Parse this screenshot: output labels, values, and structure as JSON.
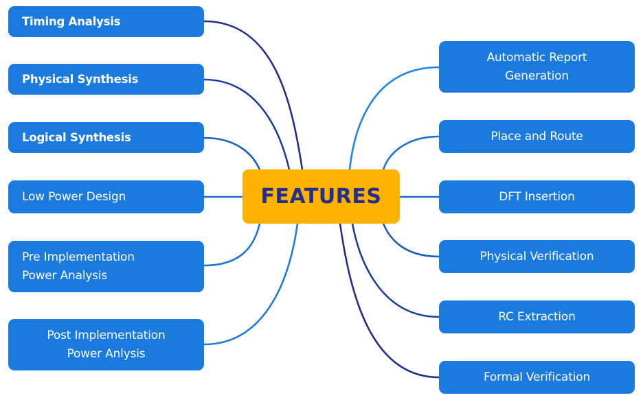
{
  "hub": {
    "label": "FEATURES",
    "color": "#fdb100",
    "text_color": "#232f8a"
  },
  "node_color": "#1b7ade",
  "left_items": [
    {
      "label": "Timing Analysis",
      "connector_color": "#232f8a"
    },
    {
      "label": "Physical Synthesis",
      "connector_color": "#1e3f99"
    },
    {
      "label": "Logical Synthesis",
      "connector_color": "#1d5cb8"
    },
    {
      "label": "Low Power Design",
      "connector_color": "#1b6cc9"
    },
    {
      "label": "Pre Implementation\nPower Analysis",
      "connector_color": "#1b74d4"
    },
    {
      "label": "Post Implementation\nPower Anlysis",
      "connector_color": "#1b7ade"
    }
  ],
  "right_items": [
    {
      "label": "Automatic Report\nGeneration",
      "connector_color": "#1f86e6"
    },
    {
      "label": "Place and Route",
      "connector_color": "#1b74d4"
    },
    {
      "label": "DFT Insertion",
      "connector_color": "#1b6cc9"
    },
    {
      "label": "Physical Verification",
      "connector_color": "#1d5cb8"
    },
    {
      "label": "RC Extraction",
      "connector_color": "#1e3f99"
    },
    {
      "label": "Formal Verification",
      "connector_color": "#232f8a"
    }
  ]
}
